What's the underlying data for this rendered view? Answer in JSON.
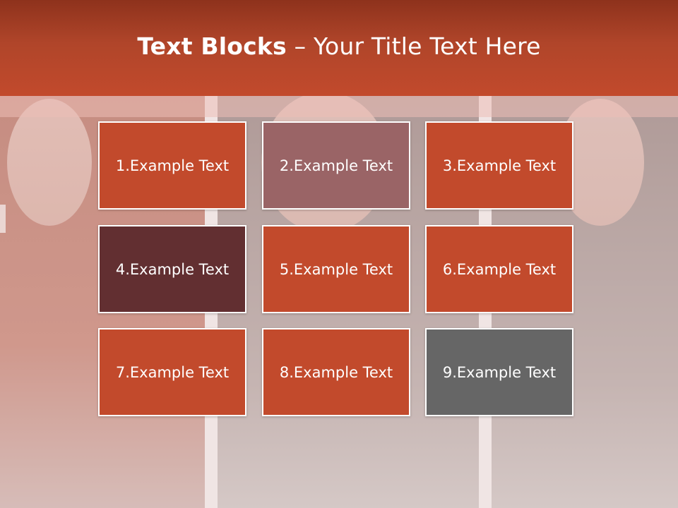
{
  "slide": {
    "title_bold": "Text Blocks",
    "title_dash": " – ",
    "title_rest": "Your Title Text Here"
  },
  "colors": {
    "title_bar": "#c24a2c",
    "block_default": "#c24a2c",
    "block_2": "#9a6466",
    "block_4": "#622f31",
    "block_9": "#666666"
  },
  "blocks": [
    {
      "label": "1.Example Text",
      "color": "#c24a2c"
    },
    {
      "label": "2.Example Text",
      "color": "#9a6466"
    },
    {
      "label": "3.Example Text",
      "color": "#c24a2c"
    },
    {
      "label": "4.Example Text",
      "color": "#622f31"
    },
    {
      "label": "5.Example Text",
      "color": "#c24a2c"
    },
    {
      "label": "6.Example Text",
      "color": "#c24a2c"
    },
    {
      "label": "7.Example Text",
      "color": "#c24a2c"
    },
    {
      "label": "8.Example Text",
      "color": "#c24a2c"
    },
    {
      "label": "9.Example Text",
      "color": "#666666"
    }
  ]
}
